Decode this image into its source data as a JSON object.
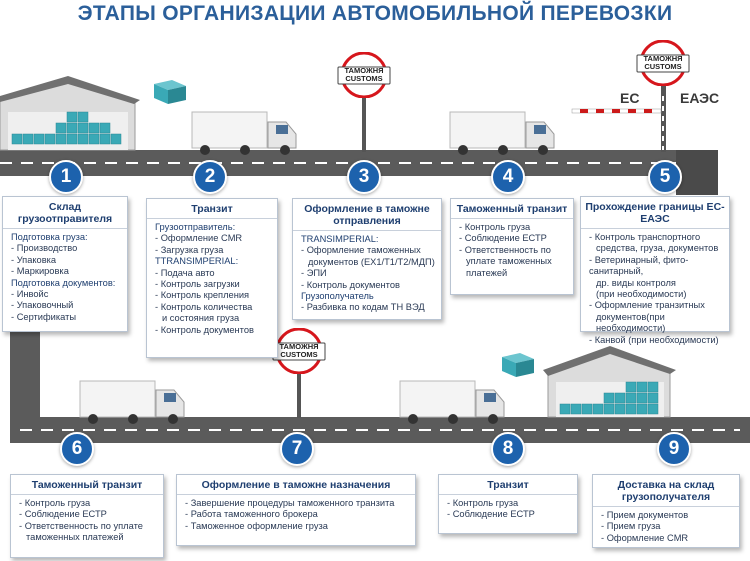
{
  "title": "ЭТАПЫ ОРГАНИЗАЦИИ АВТОМОБИЛЬНОЙ ПЕРЕВОЗКИ",
  "sign": {
    "line1": "ТАМОЖНЯ",
    "line2": "CUSTOMS"
  },
  "border_labels": {
    "left": "ЕС",
    "right": "ЕАЭС"
  },
  "colors": {
    "road": "#5a5a5a",
    "number_circle": "#1d62ad",
    "title": "#2b5f9a",
    "cargo": "#3aa9b6",
    "sign_red": "#d6161c"
  },
  "steps": [
    {
      "number": "1",
      "header": "Склад грузоотправителя",
      "lines": [
        {
          "text": "Подготовка груза:",
          "bullet": false
        },
        {
          "text": "Производство",
          "bullet": true
        },
        {
          "text": "Упаковка",
          "bullet": true
        },
        {
          "text": "Маркировка",
          "bullet": true
        },
        {
          "text": "Подготовка документов:",
          "bullet": false
        },
        {
          "text": "Инвойс",
          "bullet": true
        },
        {
          "text": "Упаковочный",
          "bullet": true
        },
        {
          "text": "Сертификаты",
          "bullet": true
        }
      ]
    },
    {
      "number": "2",
      "header": "Транзит",
      "lines": [
        {
          "text": "Грузоотправитель:",
          "bullet": false
        },
        {
          "text": "Оформление CMR",
          "bullet": true
        },
        {
          "text": "Загрузка груза",
          "bullet": true
        },
        {
          "text": "TTRANSIMPERIAL:",
          "bullet": false
        },
        {
          "text": "Подача авто",
          "bullet": true
        },
        {
          "text": "Контроль загрузки",
          "bullet": true
        },
        {
          "text": "Контроль крепления",
          "bullet": true
        },
        {
          "text": "Контроль количества",
          "bullet": true
        },
        {
          "text": "и состояния груза",
          "bullet": false,
          "indent": true
        },
        {
          "text": "Контроль документов",
          "bullet": true
        }
      ]
    },
    {
      "number": "3",
      "header": "Оформление в таможне отправления",
      "lines": [
        {
          "text": "TRANSIMPERIAL:",
          "bullet": false
        },
        {
          "text": "Оформление таможенных",
          "bullet": true
        },
        {
          "text": "документов (EX1/T1/T2/МДП)",
          "bullet": false,
          "indent": true
        },
        {
          "text": "ЭПИ",
          "bullet": true
        },
        {
          "text": "Контроль документов",
          "bullet": true
        },
        {
          "text": "Грузополучатель",
          "bullet": false
        },
        {
          "text": "Разбивка по кодам ТН ВЭД",
          "bullet": true
        }
      ]
    },
    {
      "number": "4",
      "header": "Таможенный транзит",
      "lines": [
        {
          "text": "Контроль груза",
          "bullet": true
        },
        {
          "text": "Соблюдение ЕСТР",
          "bullet": true
        },
        {
          "text": "Ответственность по",
          "bullet": true
        },
        {
          "text": "уплате таможенных",
          "bullet": false,
          "indent": true
        },
        {
          "text": "платежей",
          "bullet": false,
          "indent": true
        }
      ]
    },
    {
      "number": "5",
      "header": "Прохождение границы ЕС-ЕАЭС",
      "lines": [
        {
          "text": "Контроль транспортного",
          "bullet": true
        },
        {
          "text": "средства, груза, документов",
          "bullet": false,
          "indent": true
        },
        {
          "text": "Ветеринарный, фито-санитарный,",
          "bullet": true
        },
        {
          "text": "др. виды контроля",
          "bullet": false,
          "indent": true
        },
        {
          "text": "(при необходимости)",
          "bullet": false,
          "indent": true
        },
        {
          "text": "Оформление транзитных",
          "bullet": true
        },
        {
          "text": "документов(при необходимости)",
          "bullet": false,
          "indent": true
        },
        {
          "text": "Канвой (при необходимости)",
          "bullet": true
        }
      ]
    },
    {
      "number": "6",
      "header": "Таможенный транзит",
      "lines": [
        {
          "text": "Контроль груза",
          "bullet": true
        },
        {
          "text": "Соблюдение ЕСТР",
          "bullet": true
        },
        {
          "text": "Ответственность по уплате",
          "bullet": true
        },
        {
          "text": "таможенных платежей",
          "bullet": false,
          "indent": true
        }
      ]
    },
    {
      "number": "7",
      "header": "Оформление в таможне назначения",
      "lines": [
        {
          "text": "Завершение процедуры таможенного транзита",
          "bullet": true
        },
        {
          "text": "Работа таможенного брокера",
          "bullet": true
        },
        {
          "text": "Таможенное оформление груза",
          "bullet": true
        }
      ]
    },
    {
      "number": "8",
      "header": "Транзит",
      "lines": [
        {
          "text": "Контроль груза",
          "bullet": true
        },
        {
          "text": "Соблюдение ЕСТР",
          "bullet": true
        }
      ]
    },
    {
      "number": "9",
      "header": "Доставка на склад грузополучателя",
      "lines": [
        {
          "text": "Прием документов",
          "bullet": true
        },
        {
          "text": "Прием груза",
          "bullet": true
        },
        {
          "text": "Оформление CMR",
          "bullet": true
        }
      ]
    }
  ]
}
